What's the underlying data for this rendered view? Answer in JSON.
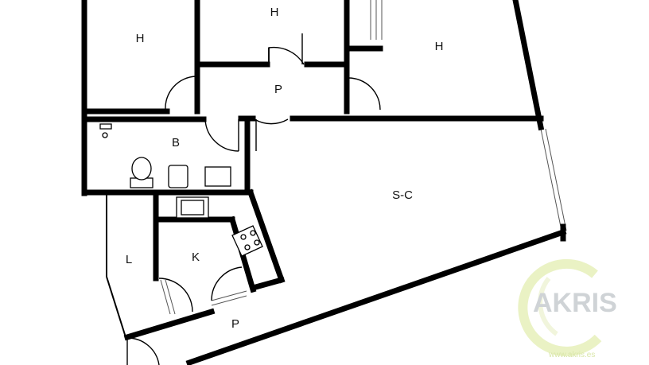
{
  "rooms": {
    "h_left": "H",
    "h_center": "H",
    "h_right": "H",
    "p_upper": "P",
    "b": "B",
    "sc": "S-C",
    "l": "L",
    "k": "K",
    "p_lower": "P"
  },
  "watermark": {
    "brand": "AKRIS",
    "url": "www.akris.es",
    "colors": {
      "ring": "#e4efb0",
      "text": "#cfd3d6"
    }
  }
}
